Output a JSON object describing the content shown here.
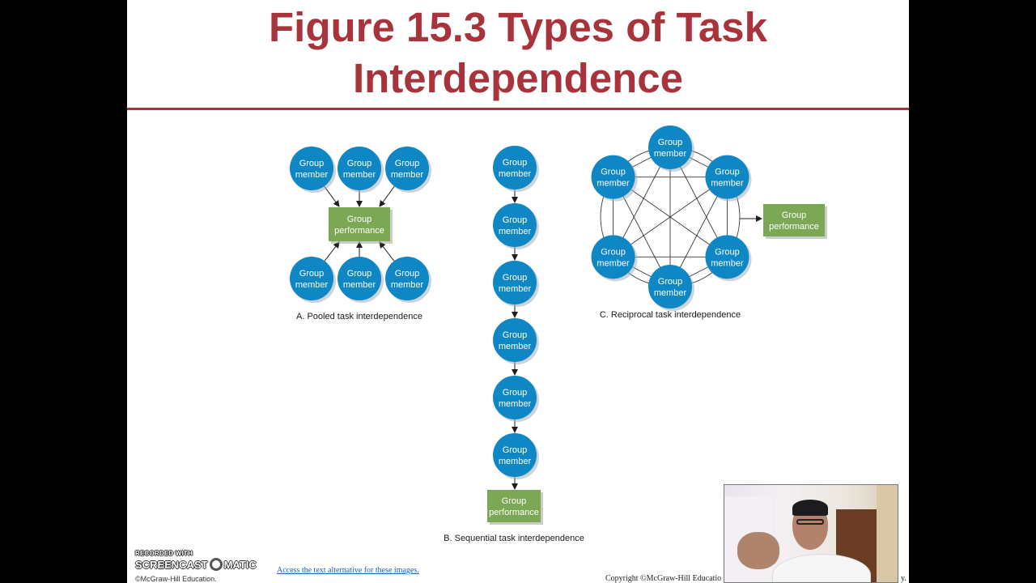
{
  "slide": {
    "title_line1": "Figure 15.3 Types of Task",
    "title_line2": "Interdependence",
    "title_color": "#a8333a"
  },
  "diagram": {
    "node_label_line1": "Group",
    "node_label_line2": "member",
    "box_label_line1": "Group",
    "box_label_line2": "performance",
    "node_color": "#0e87c4",
    "box_color": "#7ca755",
    "pooled": {
      "caption": "A. Pooled task interdependence",
      "member_count": 6
    },
    "sequential": {
      "caption": "B. Sequential task interdependence",
      "member_count": 6
    },
    "reciprocal": {
      "caption": "C. Reciprocal task interdependence",
      "member_count": 6
    }
  },
  "footer": {
    "accessibility_link": "Access the text alternative for these images.",
    "copyright_visible": "Copyright ©McGraw-Hill Educatio",
    "copyright_tail": "y.",
    "publisher_mark": "©McGraw-Hill Education."
  },
  "watermark": {
    "recorded_with": "RECORDED WITH",
    "brand_left": "SCREENCAST",
    "brand_right": "MATIC"
  }
}
